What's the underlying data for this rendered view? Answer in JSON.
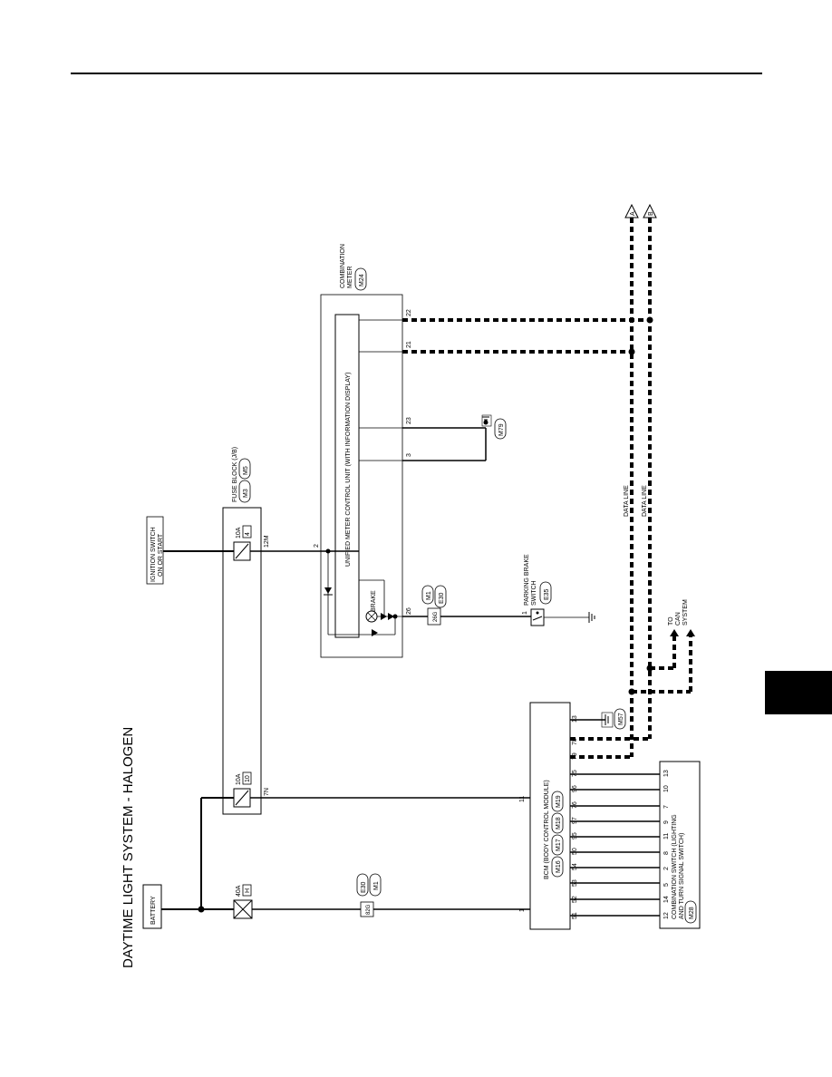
{
  "title": "DAYTIME LIGHT SYSTEM - HALOGEN",
  "colors": {
    "line": "#000000",
    "tab": "#000000"
  },
  "labels": {
    "battery": "BATTERY",
    "ignition_1": "IGNITION SWITCH",
    "ignition_2": "ON OR START",
    "fuse_block": "FUSE BLOCK (J/B)",
    "combination_meter_1": "COMBINATION",
    "combination_meter_2": "METER",
    "unified_meter": "UNIFIED METER CONTROL UNIT (WITH INFORMATION DISPLAY)",
    "brake": "BRAKE",
    "parking_brake_1": "PARKING BRAKE",
    "parking_brake_2": "SWITCH",
    "bcm": "BCM (BODY CONTROL MODULE)",
    "comb_switch_1": "COMBINATION SWITCH (LIGHTING",
    "comb_switch_2": "AND TURN SIGNAL SWITCH)",
    "data_line_1": "DATA LINE",
    "data_line_2": "DATA LINE",
    "to_can_1": "TO",
    "to_can_2": "CAN",
    "to_can_3": "SYSTEM",
    "arrow_a": "A",
    "arrow_b": "B"
  },
  "fuses": {
    "f40_amp": "40A",
    "f40_id": "H",
    "f10a_amp": "10A",
    "f10a_id": "10",
    "f10b_amp": "10A",
    "f10b_id": "4"
  },
  "connectors": {
    "m3": "M3",
    "m5": "M5",
    "m24": "M24",
    "m79": "M79",
    "m1a": "M1",
    "e30a": "E30",
    "e35": "E35",
    "e30b": "E30",
    "m1b": "M1",
    "m57": "M57",
    "m16": "M16",
    "m17": "M17",
    "m18": "M18",
    "m19": "M19",
    "m28": "M28"
  },
  "wire_ids": {
    "w12m": "12M",
    "w7n": "7N",
    "w26g": "26G",
    "w82g": "82G"
  },
  "pins": {
    "meter": {
      "p2": "2",
      "p26": "26",
      "p3": "3",
      "p23": "23",
      "p21": "21",
      "p22": "22"
    },
    "parking": "1",
    "bcm": {
      "p1": "1",
      "p11": "11",
      "p79": "79",
      "p78": "78",
      "p13": "13",
      "row": [
        "51",
        "52",
        "53",
        "54",
        "50",
        "95",
        "97",
        "76",
        "96",
        "75"
      ]
    },
    "comb_row": [
      "12",
      "14",
      "5",
      "2",
      "8",
      "11",
      "9",
      "7",
      "10",
      "13"
    ]
  }
}
